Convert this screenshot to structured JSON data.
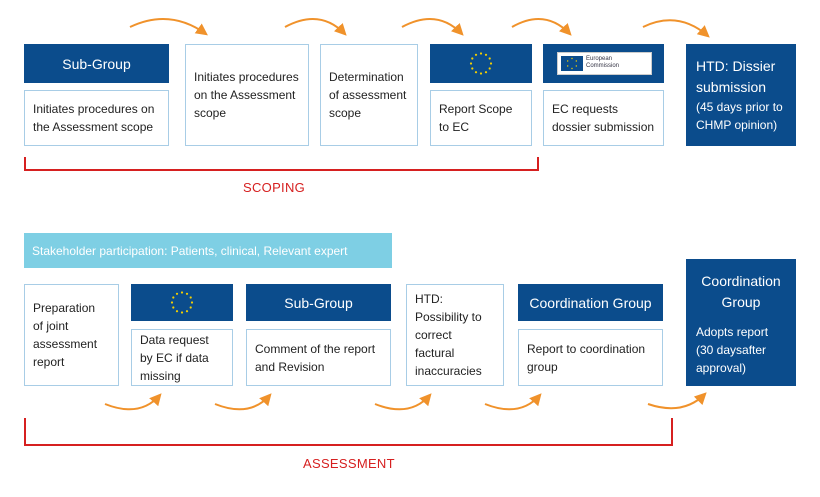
{
  "colors": {
    "blue": "#0b4c8c",
    "light_border": "#a8cde6",
    "red": "#d62020",
    "arrow": "#f0922b",
    "stakeholder": "#7ecfe4",
    "eu_star": "#f5d000"
  },
  "scoping": {
    "header_subgroup": "Sub-Group",
    "box1": "Initiates procedures on\nthe Assessment scope",
    "box2": "Initiates procedures\non the Assessment\nscope",
    "box3": "Determination\nof assessment\nscope",
    "box4": "Report Scope\nto EC",
    "box5": "EC requests\ndossier submission",
    "ec_logo_text": "European\nCommission",
    "side_title": "HTD: Dissier\nsubmission",
    "side_note": "(45 days prior to\nCHMP opinion)",
    "label": "SCOPING"
  },
  "assessment": {
    "stakeholder": "Stakeholder participation: Patients, clinical, Relevant expert",
    "box1": "Preparation\nof joint\nassessment\nreport",
    "box2": "Data request\nby EC if data\nmissing",
    "header_subgroup": "Sub-Group",
    "box3": "Comment of the report\nand Revision",
    "box4": "HTD:\nPossibility to\ncorrect\nfactural\ninaccuracies",
    "header_coord": "Coordination Group",
    "box5": "Report to coordination\ngroup",
    "side_title": "Coordination\nGroup",
    "side_note": "Adopts report\n(30 daysafter\napproval)",
    "label": "ASSESSMENT"
  }
}
